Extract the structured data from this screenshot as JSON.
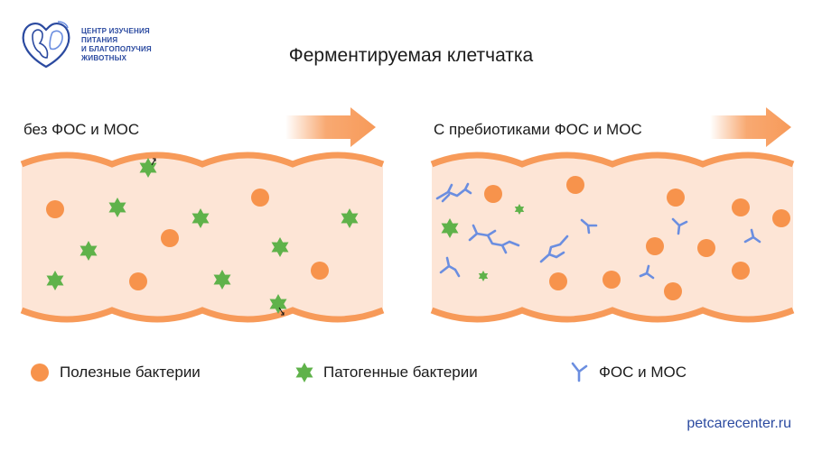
{
  "logo": {
    "line1": "ЦЕНТР ИЗУЧЕНИЯ",
    "line2": "ПИТАНИЯ",
    "line3": "И БЛАГОПОЛУЧИЯ",
    "line4": "ЖИВОТНЫХ"
  },
  "title": "Ферментируемая клетчатка",
  "panels": {
    "left_label": "без ФОС и МОС",
    "right_label": "С пребиотиками ФОС и МОС"
  },
  "legend": {
    "beneficial": "Полезные бактерии",
    "pathogenic": "Патогенные бактерии",
    "fos_mos": "ФОС и МОС"
  },
  "footer": "petcarecenter.ru",
  "colors": {
    "intestine_fill": "#fde5d6",
    "intestine_wall": "#f79a59",
    "beneficial": "#f7934c",
    "pathogenic": "#5fb24a",
    "fos_mos": "#6b8ee0",
    "arrow": "#f79a59",
    "brand": "#2b4aa0"
  },
  "icons": {
    "beneficial": "orange-circle-icon",
    "pathogenic": "green-star-icon",
    "fos_mos": "blue-y-molecule-icon"
  }
}
